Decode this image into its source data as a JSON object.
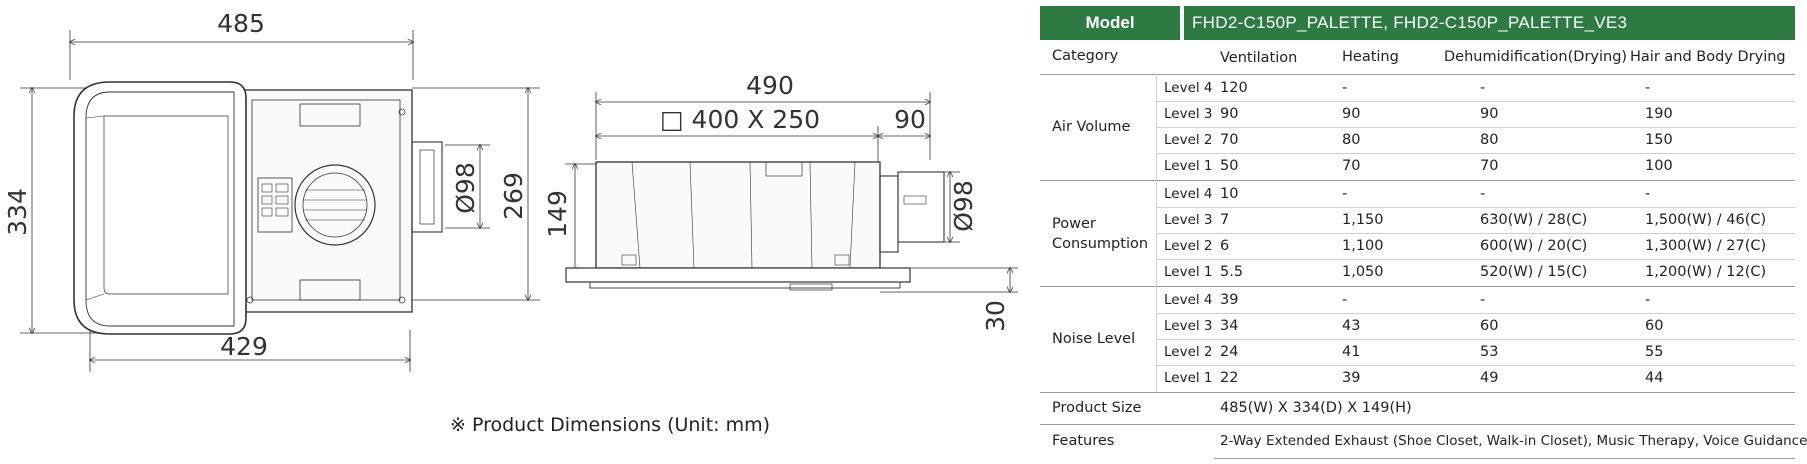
{
  "dimensions": {
    "front_width_top": "485",
    "front_width_bottom": "429",
    "front_height": "334",
    "front_height_right": "269",
    "duct_front": "Ø98",
    "side_total": "490",
    "side_opening": "□ 400 X 250",
    "side_ext": "90",
    "side_height": "149",
    "side_panel": "30",
    "duct_side": "Ø98"
  },
  "caption": "※ Product Dimensions (Unit: mm)",
  "table": {
    "model_label": "Model",
    "model_value": "FHD2-C150P_PALETTE, FHD2-C150P_PALETTE_VE3",
    "category_label": "Category",
    "columns": [
      "Ventilation",
      "Heating",
      "Dehumidification(Drying)",
      "Hair and Body Drying"
    ],
    "groups": [
      {
        "name": "Air Volume",
        "rows": [
          {
            "level": "Level 4",
            "values": [
              "120",
              "-",
              "-",
              "-"
            ]
          },
          {
            "level": "Level 3",
            "values": [
              "90",
              "90",
              "90",
              "190"
            ]
          },
          {
            "level": "Level 2",
            "values": [
              "70",
              "80",
              "80",
              "150"
            ]
          },
          {
            "level": "Level 1",
            "values": [
              "50",
              "70",
              "70",
              "100"
            ]
          }
        ]
      },
      {
        "name_line1": "Power",
        "name_line2": "Consumption",
        "rows": [
          {
            "level": "Level 4",
            "values": [
              "10",
              "-",
              "-",
              "-"
            ]
          },
          {
            "level": "Level 3",
            "values": [
              "7",
              "1,150",
              "630(W) / 28(C)",
              "1,500(W) / 46(C)"
            ]
          },
          {
            "level": "Level 2",
            "values": [
              "6",
              "1,100",
              "600(W) / 20(C)",
              "1,300(W) / 27(C)"
            ]
          },
          {
            "level": "Level 1",
            "values": [
              "5.5",
              "1,050",
              "520(W) / 15(C)",
              "1,200(W) / 12(C)"
            ]
          }
        ]
      },
      {
        "name": "Noise Level",
        "rows": [
          {
            "level": "Level 4",
            "values": [
              "39",
              "-",
              "-",
              "-"
            ]
          },
          {
            "level": "Level 3",
            "values": [
              "34",
              "43",
              "60",
              "60"
            ]
          },
          {
            "level": "Level 2",
            "values": [
              "24",
              "41",
              "53",
              "55"
            ]
          },
          {
            "level": "Level 1",
            "values": [
              "22",
              "39",
              "49",
              "44"
            ]
          }
        ]
      }
    ],
    "product_size_label": "Product Size",
    "product_size_value": "485(W) X 334(D) X 149(H)",
    "features_label": "Features",
    "features_value": "2-Way Extended Exhaust (Shoe Closet, Walk-in Closet), Music Therapy, Voice Guidance"
  }
}
